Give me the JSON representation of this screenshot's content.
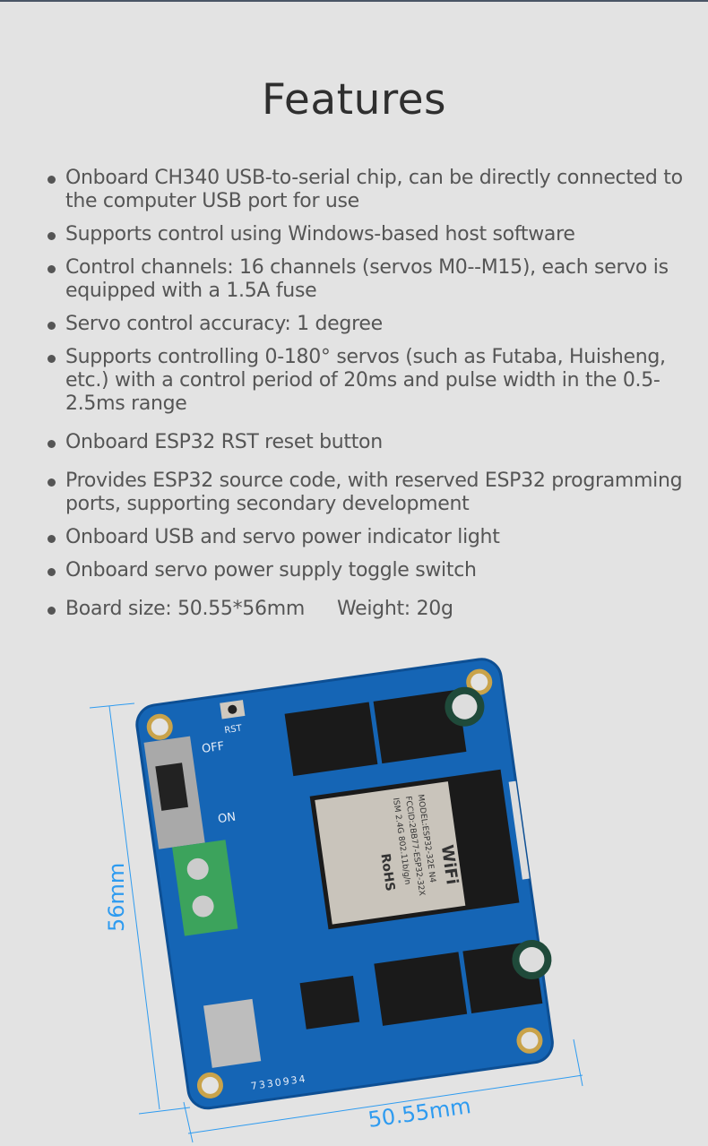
{
  "title": "Features",
  "features": [
    "Onboard CH340 USB-to-serial chip, can be directly connected to the computer USB port for use",
    "Supports control using Windows-based host software",
    "Control channels: 16 channels (servos M0--M15), each servo is equipped with a 1.5A fuse",
    "Servo control accuracy: 1 degree",
    "Supports controlling 0-180° servos (such as Futaba, Huisheng, etc.) with a control period of 20ms and pulse width in the 0.5-2.5ms range",
    "Onboard ESP32 RST reset button",
    "Provides ESP32 source code, with reserved ESP32 programming ports, supporting secondary development",
    "Onboard USB and servo power indicator light",
    "Onboard servo power supply toggle switch"
  ],
  "board_size": "Board size: 50.55*56mm",
  "weight": "Weight: 20g",
  "dimensions": {
    "height": "56mm",
    "width": "50.55mm"
  },
  "board_labels": {
    "rst": "RST",
    "off": "OFF",
    "on": "ON",
    "serial": "7330934",
    "module_model": "MODEL:ESP32-32E N4",
    "module_fcc": "FCCID:2BB77-ESP32-32X",
    "module_ism": "ISM 2.4G 802.11b/g/n",
    "wifi": "WiFi",
    "rohs": "RoHS"
  },
  "colors": {
    "dimension": "#2e9bf0",
    "pcb": "#1565b5"
  }
}
